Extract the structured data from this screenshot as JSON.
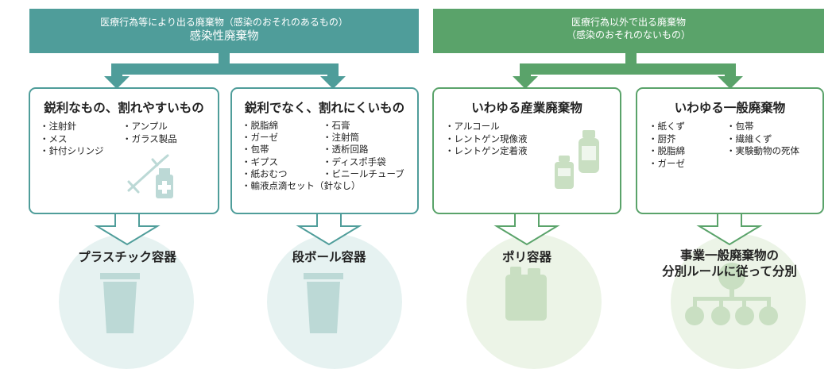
{
  "colors": {
    "teal": "#4f9d9a",
    "teal_light": "#e6f2f1",
    "teal_icon": "#bcd9d6",
    "green": "#5aa36a",
    "green_light": "#ecf4e7",
    "green_icon": "#c9dfc2"
  },
  "infectious": {
    "line1": "医療行為等により出る廃棄物（感染のおそれのあるもの）",
    "line2": "感染性廃棄物"
  },
  "non_infectious": {
    "line1": "医療行為以外で出る廃棄物",
    "line2": "（感染のおそれのないもの）"
  },
  "cards": [
    {
      "title": "鋭利なもの、割れやすいもの",
      "col1": [
        "注射針",
        "メス",
        "針付シリンジ"
      ],
      "col2": [
        "アンプル",
        "ガラス製品"
      ],
      "extra": "",
      "container": "プラスチック容器",
      "icon": "syringe-and-vial-icon",
      "container_icon": "trash-bin-icon"
    },
    {
      "title": "鋭利でなく、割れにくいもの",
      "col1": [
        "脱脂綿",
        "ガーゼ",
        "包帯",
        "ギプス",
        "紙おむつ"
      ],
      "col2": [
        "石膏",
        "注射筒",
        "透析回路",
        "ディスポ手袋",
        "ビニールチューブ"
      ],
      "extra": "輸液点滴セット（針なし）",
      "container": "段ボール容器",
      "icon": "",
      "container_icon": "trash-bin-icon"
    },
    {
      "title": "いわゆる産業廃棄物",
      "col1": [
        "アルコール",
        "レントゲン現像液",
        "レントゲン定着液"
      ],
      "col2": [],
      "extra": "",
      "container": "ポリ容器",
      "icon": "bottles-icon",
      "container_icon": "poly-tank-icon"
    },
    {
      "title": "いわゆる一般廃棄物",
      "col1": [
        "紙くず",
        "厨芥",
        "脱脂綿",
        "ガーゼ"
      ],
      "col2": [
        "包帯",
        "繊維くず",
        "実験動物の死体"
      ],
      "extra": "",
      "container_line1": "事業一般廃棄物の",
      "container_line2": "分別ルールに従って分別",
      "icon": "",
      "container_icon": "sorting-tree-icon"
    }
  ]
}
